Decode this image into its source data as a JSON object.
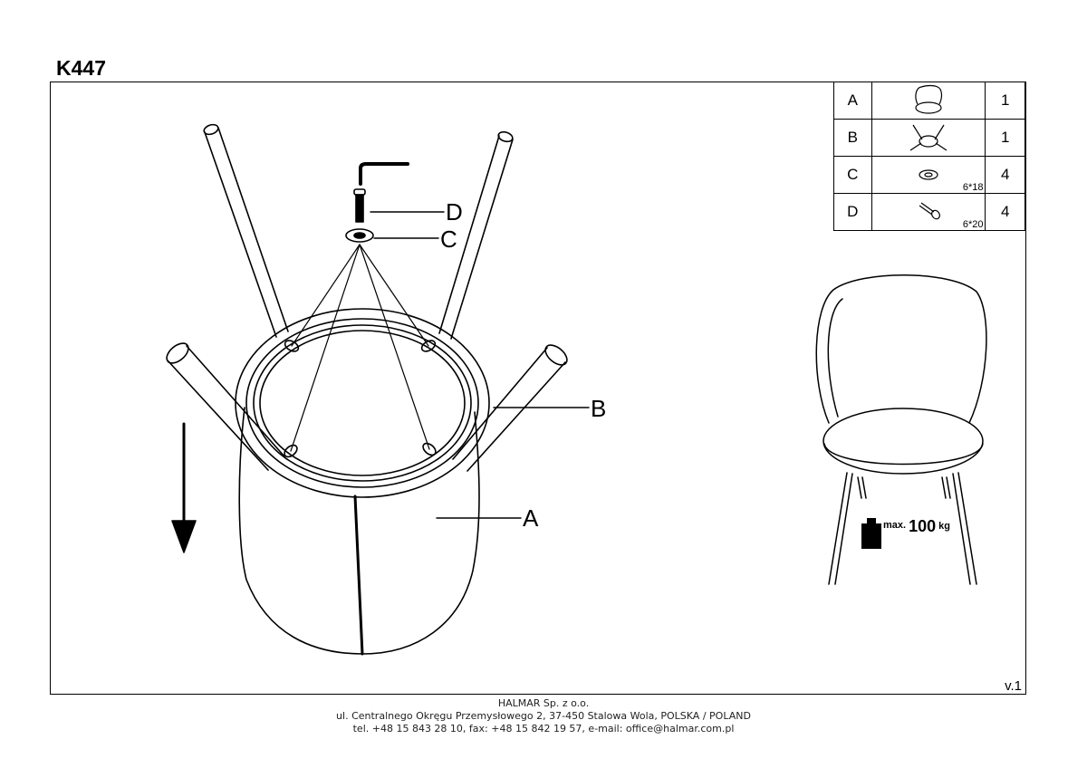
{
  "header": {
    "model": "K447"
  },
  "parts_table": [
    {
      "letter": "A",
      "icon": "seat-shell-icon",
      "size": "",
      "qty": "1"
    },
    {
      "letter": "B",
      "icon": "leg-frame-icon",
      "size": "",
      "qty": "1"
    },
    {
      "letter": "C",
      "icon": "washer-icon",
      "size": "6*18",
      "qty": "4"
    },
    {
      "letter": "D",
      "icon": "bolt-icon",
      "size": "6*20",
      "qty": "4"
    }
  ],
  "callouts": {
    "d": "D",
    "c": "C",
    "b": "B",
    "a": "A"
  },
  "capacity": {
    "prefix": "max.",
    "value": "100",
    "unit": "kg"
  },
  "version": "v.1",
  "footer": {
    "company": "HALMAR Sp. z o.o.",
    "address": "ul. Centralnego Okręgu Przemysłowego 2, 37-450 Stalowa Wola, POLSKA / POLAND",
    "contact": "tel. +48 15 843 28 10, fax: +48 15 842 19 57, e-mail: office@halmar.com.pl"
  }
}
